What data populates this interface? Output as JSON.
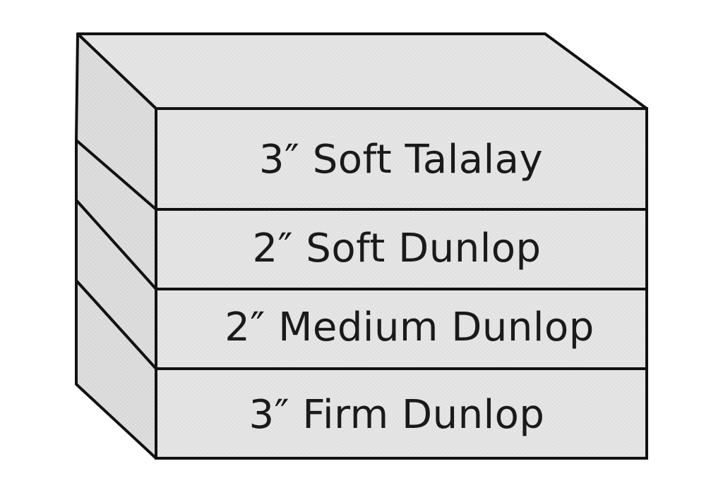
{
  "diagram": {
    "layers": [
      {
        "label": "3″ Soft Talalay"
      },
      {
        "label": "2″ Soft Dunlop"
      },
      {
        "label": "2″ Medium Dunlop"
      },
      {
        "label": "3″ Firm Dunlop"
      }
    ],
    "colors": {
      "front_face": "#e7e7e7",
      "top_face": "#e4e4e4",
      "side_face": "#dddddd",
      "outline": "#111111",
      "text": "#1a1a1a"
    }
  }
}
